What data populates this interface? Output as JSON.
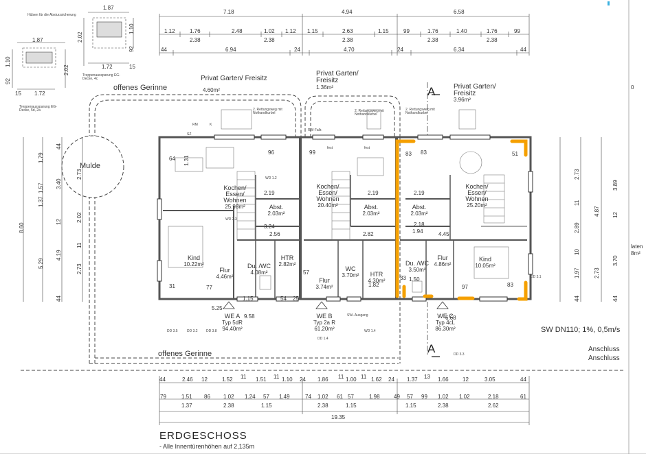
{
  "title": "ERDGESCHOSS",
  "subtitle": "- Alle Innentürenhöhen auf 2,135m",
  "colors": {
    "line": "#333333",
    "wall": "#555555",
    "highlight": "#f5a000",
    "paper": "#ffffff"
  },
  "top_dims": {
    "row1": [
      "7.18",
      "4.94",
      "6.58"
    ],
    "row2": [
      "1.12",
      "1.76",
      "2.48",
      "1.02",
      "1.12",
      "1.15",
      "2.63",
      "1.15",
      "99",
      "1.76",
      "1.40",
      "1.76",
      "99"
    ],
    "row2b": [
      "2.38",
      "2.38",
      "2.38",
      "2.38",
      "2.38"
    ],
    "row3": [
      "44",
      "6.94",
      "24",
      "4.70",
      "24",
      "6.34",
      "44"
    ]
  },
  "stair_left": {
    "w": "1.87",
    "h1": "1.10",
    "h2": "2.02",
    "a": "92",
    "b": "15",
    "c": "1.72",
    "caption": "Treppenaussparung EG-Decke, 5d, 2a"
  },
  "stair_right": {
    "w": "1.87",
    "h1": "1.10",
    "h2": "2.02",
    "a": "92",
    "b": "15",
    "c": "1.72",
    "caption": "Treppenaussparung EG-Decke, 4c"
  },
  "note_top": "Hülsen für die Absturzsicherung",
  "gardens": [
    {
      "label": "Privat Garten/ Freisitz",
      "area": "4.60m²"
    },
    {
      "label": "Privat Garten/ Freisitz",
      "area": "1.36m²"
    },
    {
      "label": "Privat Garten/ Freisitz",
      "area": "3.96m²"
    }
  ],
  "gerinne": "offenes Gerinne",
  "mulde": "Mulde",
  "rettung": "2. Rettungsweg mit Nothandkurbel",
  "rooms": [
    {
      "name": "Kochen/ Essen/ Wohnen",
      "area": "25.98m²"
    },
    {
      "name": "Kind",
      "area": "10.22m²"
    },
    {
      "name": "Flur",
      "area": "4.46m²"
    },
    {
      "name": "Du. /WC",
      "area": "4.08m²"
    },
    {
      "name": "HTR",
      "area": "2.82m²"
    },
    {
      "name": "Abst.",
      "area": "2.03m²"
    },
    {
      "name": "Kochen/ Essen/ Wohnen",
      "area": "20.40m²"
    },
    {
      "name": "Abst.",
      "area": "2.03m²"
    },
    {
      "name": "Flur",
      "area": "3.74m²"
    },
    {
      "name": "WC",
      "area": "3.70m²"
    },
    {
      "name": "HTR",
      "area": "4.30m²"
    },
    {
      "name": "Abst.",
      "area": "2.03m²"
    },
    {
      "name": "Du. /WC",
      "area": "3.50m²"
    },
    {
      "name": "Flur",
      "area": "4.86m²"
    },
    {
      "name": "Kochen/ Essen/ Wohnen",
      "area": "25.20m²"
    },
    {
      "name": "Kind",
      "area": "10.05m²"
    }
  ],
  "units": [
    {
      "we": "WE A",
      "typ": "Typ 5dR",
      "area": "94.40m²"
    },
    {
      "we": "WE B",
      "typ": "Typ 2a R",
      "area": "61.20m²"
    },
    {
      "we": "WE C",
      "typ": "Typ 4cL",
      "area": "86.30m²"
    }
  ],
  "inner_dims": [
    "2.19",
    "3.24",
    "2.56",
    "2.19",
    "2.82",
    "2.19",
    "2.18",
    "1.94",
    "4.45",
    "1.15",
    "1.82",
    "5.25",
    "9.58",
    "6.68",
    "83",
    "51",
    "64",
    "96",
    "99",
    "83",
    "97",
    "83",
    "1.31",
    "33",
    "77",
    "31",
    "57",
    "54",
    "25",
    "1.50"
  ],
  "left_dims": {
    "outer": [
      "44",
      "1.79",
      "1.57",
      "1.37",
      "3.40",
      "2.73",
      "8.60",
      "12",
      "2.02",
      "5.29",
      "4.19",
      "11",
      "2.73",
      "44"
    ]
  },
  "right_dims": [
    "2.73",
    "4.87",
    "3.89",
    "11",
    "12",
    "2.89",
    "10",
    "3.70",
    "1.97",
    "2.73",
    "44",
    "44"
  ],
  "bottom_dims": {
    "row1": [
      "44",
      "2.46",
      "12",
      "1.52",
      "11",
      "1.51",
      "11",
      "1.10",
      "24",
      "1.86",
      "11",
      "1.00",
      "11",
      "1.62",
      "24",
      "1.37",
      "13",
      "1.66",
      "12",
      "3.05",
      "44"
    ],
    "row2": [
      "79",
      "1.51",
      "86",
      "1.02",
      "1.24",
      "57",
      "1.49",
      "74",
      "1.02",
      "61",
      "57",
      "1.98",
      "49",
      "57",
      "99",
      "1.02",
      "1.02",
      "2.18",
      "61"
    ],
    "row3": [
      "1.37",
      "2.38",
      "1.15",
      "2.38",
      "1.15",
      "1.15",
      "2.38",
      "2.62"
    ],
    "total": "19.35"
  },
  "section_marks": [
    "A",
    "A"
  ],
  "sw_note": "SW DN110; 1%, 0,5m/s",
  "anschluss": [
    "Anschluss",
    "Anschluss"
  ],
  "right_edge": [
    "0",
    "laten",
    "8m²"
  ],
  "small_labels": [
    "RM",
    "K",
    "SZ",
    "WD 1.2",
    "WD 2.3",
    "DD 3.1",
    "DD 3.2",
    "DD 3.3",
    "DD 3.5",
    "DD 3.8",
    "DD 1.4",
    "WD 1.4",
    "SW.-Ausgang",
    "fest",
    "RW-Fallr."
  ]
}
